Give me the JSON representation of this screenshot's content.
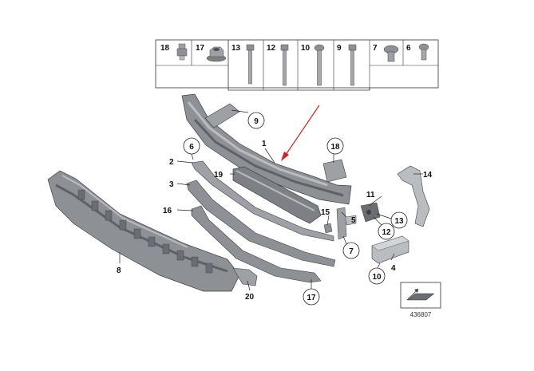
{
  "fastener_strip": {
    "cells": [
      {
        "number": "18",
        "icon": "hex-nut-icon"
      },
      {
        "number": "17",
        "icon": "flange-nut-icon"
      },
      {
        "number": "13",
        "icon": "long-bolt-icon"
      },
      {
        "number": "12",
        "icon": "long-bolt-icon"
      },
      {
        "number": "10",
        "icon": "bolt-icon"
      },
      {
        "number": "9",
        "icon": "long-bolt-icon"
      },
      {
        "number": "7",
        "icon": "expanding-rivet-icon"
      },
      {
        "number": "6",
        "icon": "short-screw-icon"
      }
    ]
  },
  "callouts": {
    "c1": "1",
    "c2": "2",
    "c3": "3",
    "c4": "4",
    "c5": "5",
    "c6": "6",
    "c7": "7",
    "c8": "8",
    "c9": "9",
    "c10": "10",
    "c11": "11",
    "c12": "12",
    "c13": "13",
    "c14": "14",
    "c15": "15",
    "c16": "16",
    "c17": "17",
    "c18": "18",
    "c19": "19",
    "c20": "20"
  },
  "reference_number": "436807",
  "colors": {
    "part_fill": "#8d9196",
    "part_dark": "#5e6267",
    "part_light": "#b9bcc0",
    "arrow": "#d0201c",
    "outline": "#222222"
  }
}
